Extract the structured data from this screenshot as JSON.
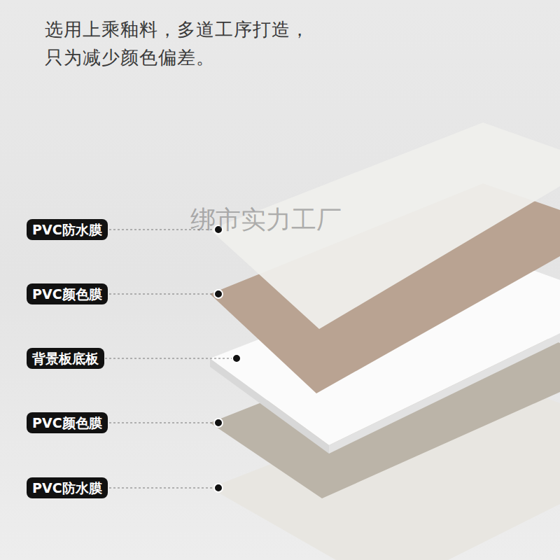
{
  "diagram": {
    "title": "选用上乘釉料，多道工序打造， 只为减少颜色偏差。",
    "nodes": [
      {
        "text": [
          "PVC防水膜"
        ]
      },
      {
        "text": [
          "PVC颜色膜"
        ]
      },
      {
        "text": [
          "背景板底板"
        ]
      },
      {
        "text": [
          "PVC颜色膜"
        ]
      },
      {
        "text": [
          "PVC防水膜"
        ]
      }
    ],
    "labels": [
      "绑市实力工厂"
    ]
  }
}
